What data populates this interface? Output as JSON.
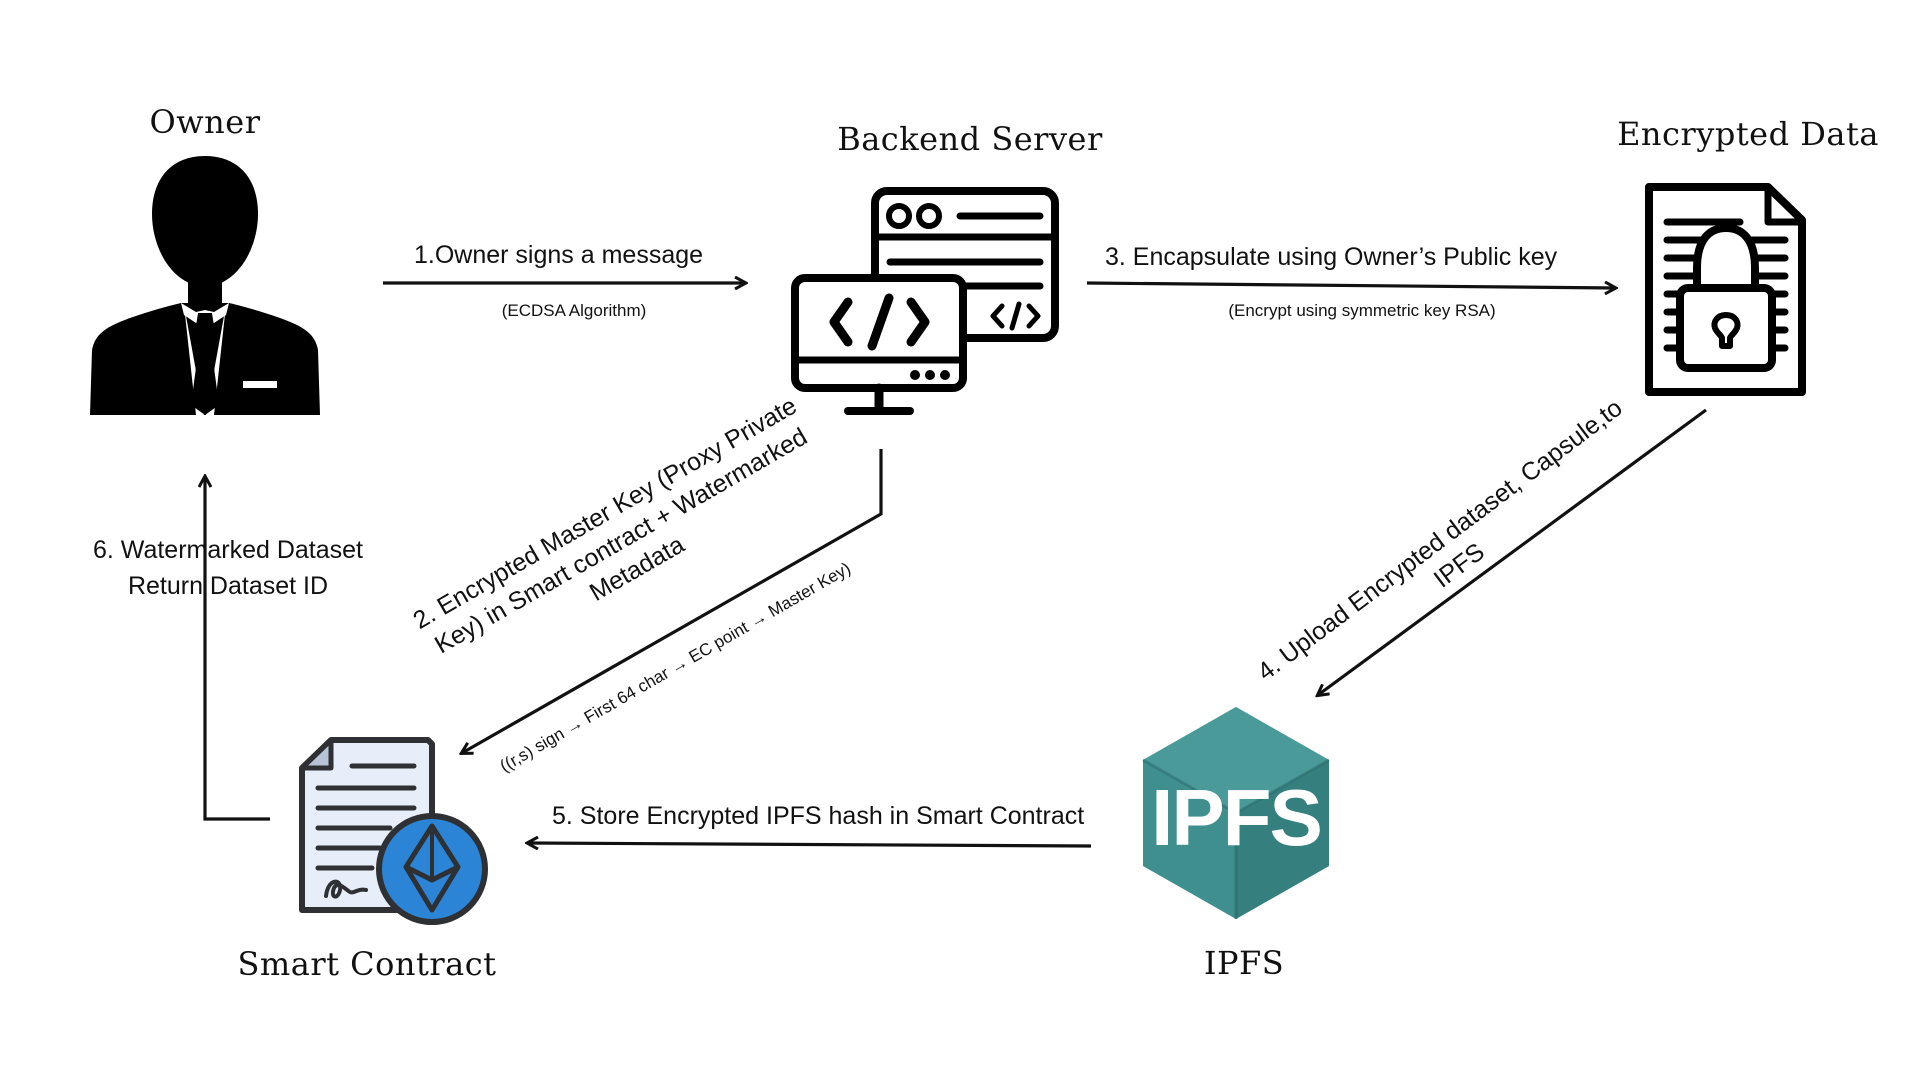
{
  "nodes": {
    "owner": {
      "title": "Owner"
    },
    "backend": {
      "title": "Backend Server"
    },
    "encrypted": {
      "title": "Encrypted Data"
    },
    "ipfs": {
      "title": "IPFS",
      "logo_text": "IPFS"
    },
    "contract": {
      "title": "Smart Contract"
    }
  },
  "edges": {
    "step1": {
      "label": "1.Owner signs a message",
      "sub": "(ECDSA Algorithm)"
    },
    "step2": {
      "label_lines": [
        "2. Encrypted Master Key (Proxy Private",
        "Key) in Smart contract + Watermarked",
        "Metadata"
      ],
      "sub": "((r,s) sign → First 64 char → EC point → Master Key)"
    },
    "step3": {
      "label": "3. Encapsulate using Owner’s Public key",
      "sub": "(Encrypt using symmetric key RSA)"
    },
    "step4": {
      "label_lines": [
        "4. Upload Encrypted dataset, Capsule,to",
        "IPFS"
      ]
    },
    "step5": {
      "label": "5. Store Encrypted IPFS hash in Smart Contract"
    },
    "step6": {
      "label_lines": [
        "6. Watermarked Dataset",
        "Return Dataset ID"
      ]
    }
  },
  "colors": {
    "ipfs_teal": "#3f8f8f",
    "ipfs_teal_dark": "#2f7373",
    "ethereum_blue": "#2b84d6",
    "document_fill": "#e7eef9",
    "outline": "#2e3033"
  }
}
